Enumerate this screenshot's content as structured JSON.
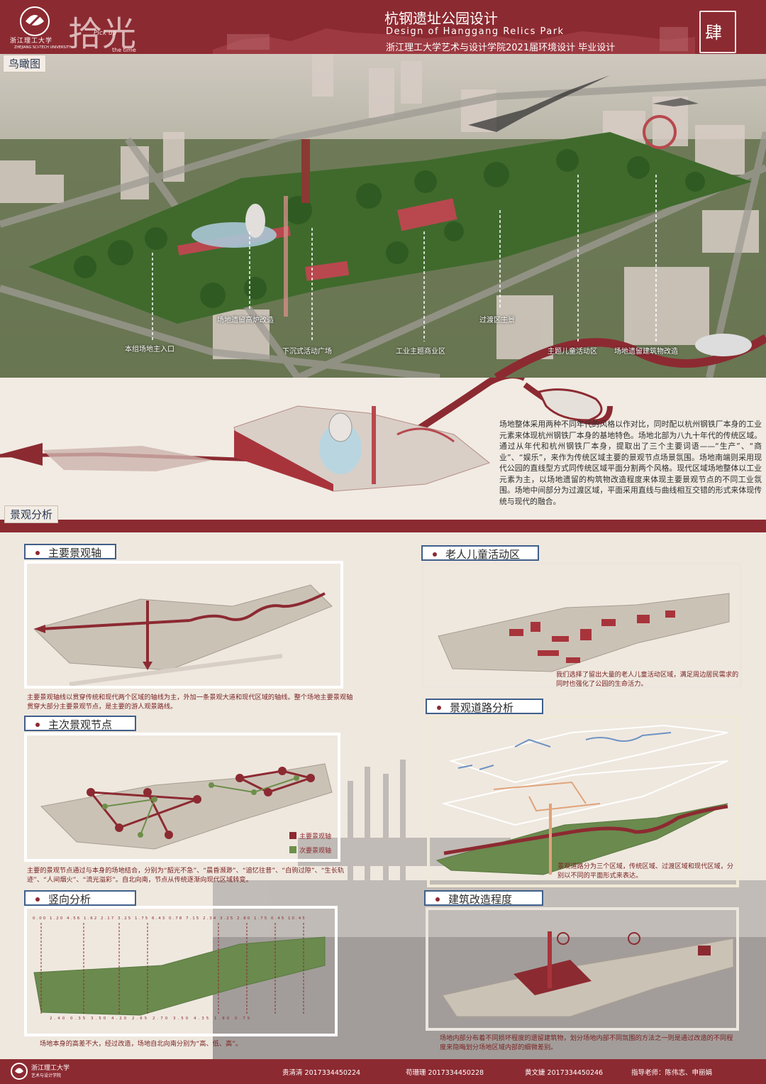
{
  "header": {
    "university_cn": "浙江理工大学",
    "university_en": "ZHEJIANG SCI-TECH UNIVERSITY",
    "brand": "拾光",
    "brand_sub1": "Pick up",
    "brand_sub2": "the time",
    "title_cn": "杭钢遗址公园设计",
    "title_en": "Design of Hanggang Relics Park",
    "subtitle": "浙江理工大学艺术与设计学院2021届环境设计  毕业设计",
    "sheet_number": "肆"
  },
  "aerial": {
    "tag": "鸟瞰图",
    "callouts": [
      "本组场地主入口",
      "场地遗留高炉改造",
      "下沉式活动广场",
      "工业主题商业区",
      "过渡区主景",
      "主题儿童活动区",
      "场地遗留建筑物改造"
    ]
  },
  "intro": {
    "text": "场地整体采用两种不同年代的风格以作对比，同时配以杭州钢铁厂本身的工业元素来体现杭州钢铁厂本身的基地特色。场地北部为八九十年代的传统区域。通过从年代和杭州钢铁厂本身，提取出了三个主要词语——“生产”、“商业”、“娱乐”，来作为传统区域主要的景观节点场景氛围。场地南端则采用现代公园的直线型方式同传统区域平面分割两个风格。现代区域场地整体以工业元素为主，以场地遗留的构筑物改造程度来体现主要景观节点的不同工业氛围。场地中间部分为过渡区域，平面采用直线与曲线相互交错的形式来体现传统与现代的融合。"
  },
  "analysis": {
    "tag": "景观分析",
    "panels": {
      "axis": {
        "title": "主要景观轴",
        "caption": "主要景观轴线以贯穿传统和现代两个区域的轴线为主，外加一条景观大道和现代区域的轴线。整个场地主要景观轴贯穿大部分主要景观节点，是主要的游人观景路线。"
      },
      "nodes": {
        "title": "主次景观节点",
        "legend_main": "主要景观轴",
        "legend_sub": "次要景观轴",
        "caption": "主要的景观节点通过与本身的场地结合，分别为“韶光不急”、“晨昏濒渺”、“追忆往昔”、“白驹过隙”、“生长轨迹”、“人间烟火”、“流光溢彩”。自北向南，节点从传统逐渐向现代区域转变。"
      },
      "vertical": {
        "title": "竖向分析",
        "caption": "场地本身的高差不大，经过改造，场地自北向南分别为“高、低、高”。",
        "top_values": [
          "0.00",
          "1.20",
          "4.56",
          "1.62",
          "2.17",
          "3.25",
          "1.75",
          "6.43",
          "0.78",
          "7.15",
          "2.34",
          "3.25",
          "2.80",
          "1.75",
          "0.45",
          "10.45"
        ],
        "bottom_values": [
          "2.40",
          "0.35",
          "3.50",
          "4.20",
          "2.65",
          "2.70",
          "3.50",
          "4.35",
          "1.80",
          "0.75"
        ]
      },
      "elder": {
        "title": "老人儿童活动区",
        "caption": "我们选择了留出大量的老人儿童活动区域，满足周边居民需求的同时也强化了公园的生命活力。"
      },
      "road": {
        "title": "景观道路分析",
        "caption": "景观道路分为三个区域，传统区域、过渡区域和现代区域，分别以不同的平面形式来表达。"
      },
      "building": {
        "title": "建筑改造程度",
        "caption": "场地内部分布着不同损坏程度的遗留建筑物，划分场地内部不同氛围的方法之一则是通过改造的不同程度来隐晦划分场地区域内部的细微差别。"
      }
    }
  },
  "footer": {
    "university_cn": "浙江理工大学",
    "college": "艺术与设计学院",
    "members": [
      "贵清清 2017334450224",
      "苟珊珊 2017334450228",
      "黄文婕 2017334450246"
    ],
    "advisor": "指导老师：陈伟志、申丽娟"
  },
  "colors": {
    "brand_red": "#8c2a31",
    "paper": "#efe8df",
    "frame_blue": "#3f5f8a",
    "green": "#4f7a3a"
  }
}
